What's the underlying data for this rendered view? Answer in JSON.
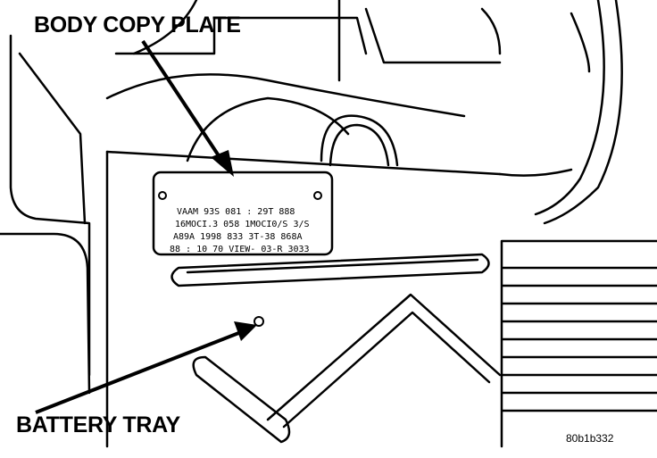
{
  "labels": {
    "body_copy_plate": "BODY COPY PLATE",
    "battery_tray": "BATTERY TRAY",
    "figure_code": "80b1b332"
  },
  "plate": {
    "lines": [
      "VAAM 93S 081 : 29T 888",
      "16MOCI.3 058 1MOCI0/S 3/S",
      "A89A 1998 833 3T-38 868A",
      "88 : 10 70 VIEW- 03-R 3033"
    ]
  },
  "colors": {
    "ink": "#000000",
    "paper": "#ffffff"
  }
}
